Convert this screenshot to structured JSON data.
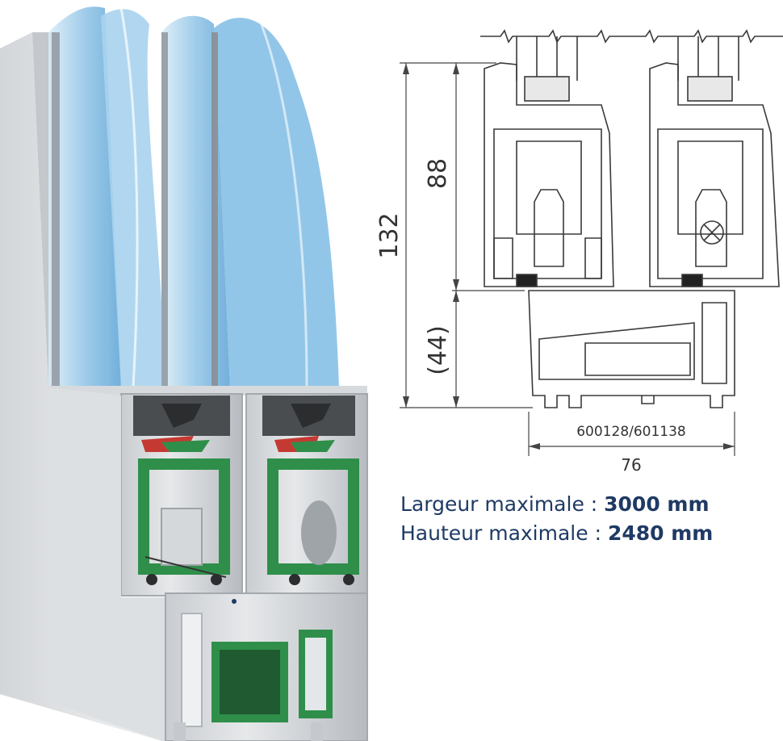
{
  "drawing": {
    "dim_total_height": "132",
    "dim_upper_height": "88",
    "dim_lower_height": "(44)",
    "dim_reference": "600128/601138",
    "dim_width": "76"
  },
  "specs": {
    "width_label": "Largeur maximale : ",
    "width_value": "3000 mm",
    "height_label": "Hauteur maximale : ",
    "height_value": "2480 mm"
  },
  "colors": {
    "text_navy": "#1f3a64",
    "profile_green": "#2f8f4a",
    "glass_blue": "#9ccbe8",
    "pvc_white": "#e9ebed"
  }
}
